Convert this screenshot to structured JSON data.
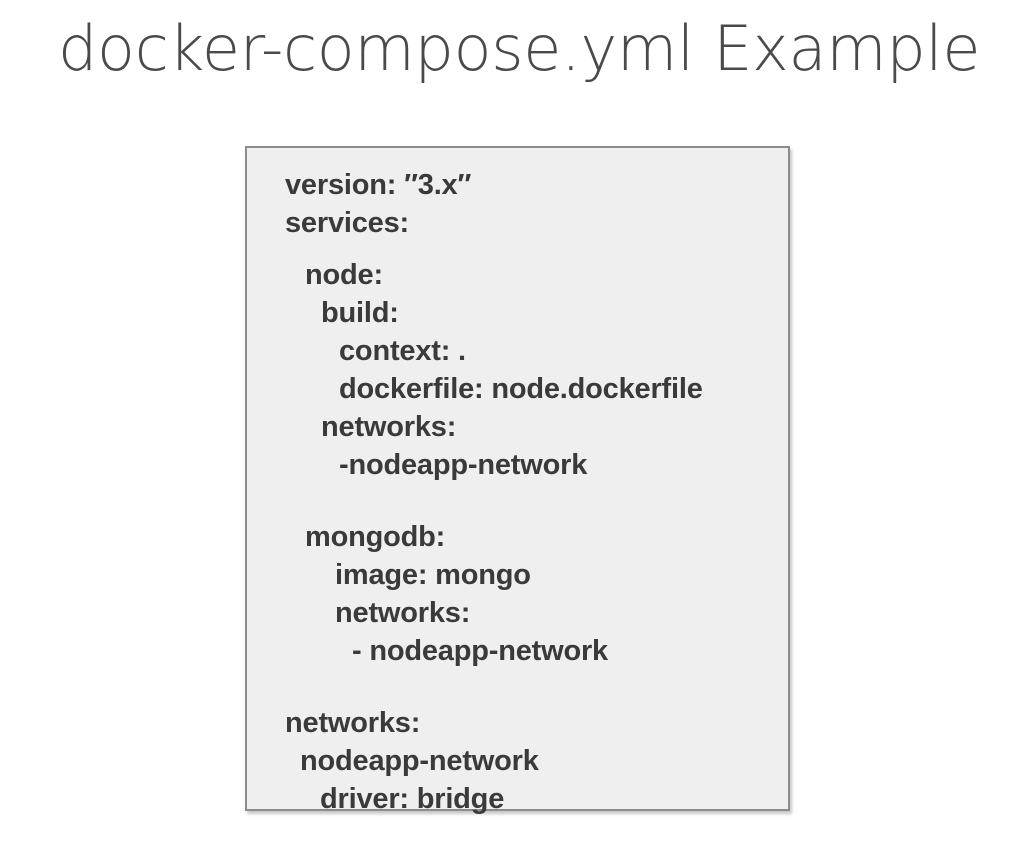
{
  "slide": {
    "title": "docker-compose.yml Example",
    "background_color": "#ffffff",
    "title_color": "#4a4a4a"
  },
  "code_block": {
    "language": "yaml",
    "filename": "docker-compose.yml",
    "background_color": "#efefef",
    "border_color": "#8c8c8c",
    "text_color": "#3a3a3a",
    "lines": [
      {
        "text": "version: ″3.x″",
        "indent": 0
      },
      {
        "text": "services:",
        "indent": 0
      },
      {
        "text": "node:",
        "indent": 1
      },
      {
        "text": "build:",
        "indent": 2
      },
      {
        "text": "context: .",
        "indent": 3
      },
      {
        "text": "dockerfile: node.dockerfile",
        "indent": 3
      },
      {
        "text": "networks:",
        "indent": 2
      },
      {
        "text": "-nodeapp-network",
        "indent": 3
      },
      {
        "text": "mongodb:",
        "indent": 1
      },
      {
        "text": "image: mongo",
        "indent": 4
      },
      {
        "text": "networks:",
        "indent": 4
      },
      {
        "text": "- nodeapp-network",
        "indent": 5
      },
      {
        "text": "networks:",
        "indent": 0
      },
      {
        "text": "nodeapp-network",
        "indent": 6
      },
      {
        "text": "driver: bridge",
        "indent": 7
      }
    ]
  }
}
